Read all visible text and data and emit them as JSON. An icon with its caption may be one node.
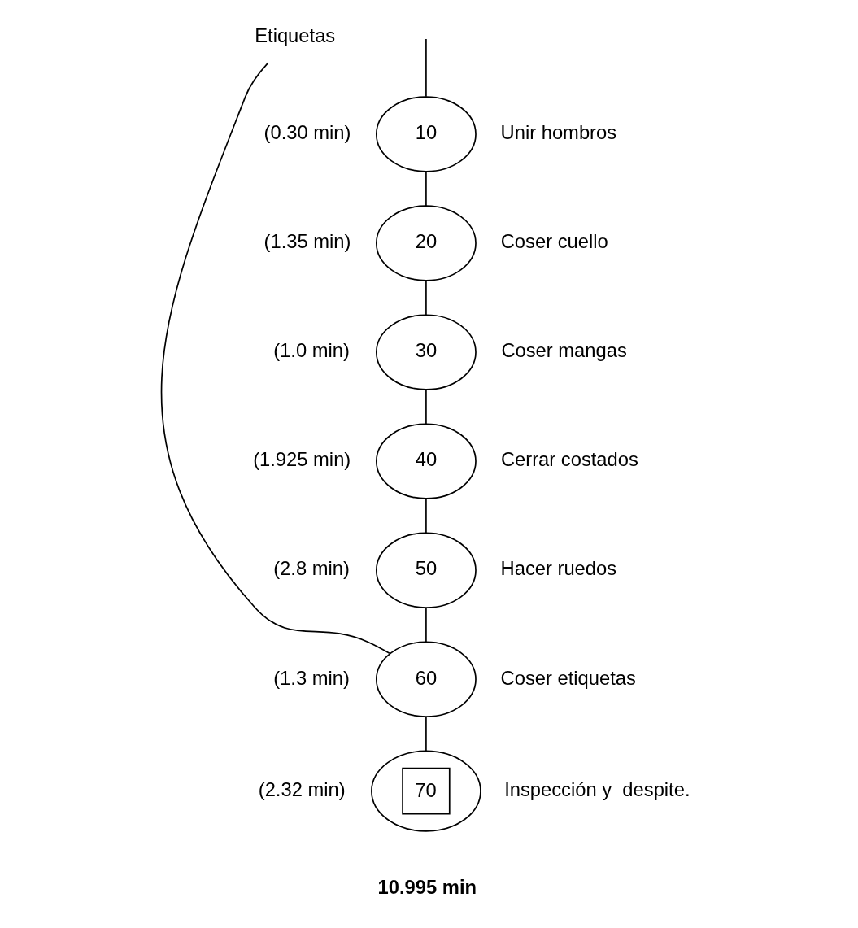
{
  "diagram": {
    "nodes": [
      {
        "text": [
          "10"
        ],
        "beside": [
          "(0.30 min)",
          "Unir hombros"
        ]
      },
      {
        "text": [
          "20"
        ],
        "beside": [
          "(1.35 min)",
          "Coser cuello"
        ]
      },
      {
        "text": [
          "30"
        ],
        "beside": [
          "(1.0 min)",
          "Coser mangas"
        ]
      },
      {
        "text": [
          "40"
        ],
        "beside": [
          "(1.925 min)",
          "Cerrar costados"
        ]
      },
      {
        "text": [
          "50"
        ],
        "beside": [
          "(2.8 min)",
          "Hacer ruedos"
        ]
      },
      {
        "text": [
          "60"
        ],
        "beside": [
          "(1.3 min)",
          "Coser etiquetas"
        ]
      },
      {
        "text": [
          "70"
        ],
        "beside": [
          "(2.32 min)",
          "Inspección y  despite."
        ]
      },
      {
        "text": [
          "Etiquetas"
        ]
      }
    ],
    "edges": [
      {
        "from": null,
        "to": 0,
        "arrow": "none"
      },
      {
        "from": 0,
        "to": 1,
        "arrow": "none"
      },
      {
        "from": 1,
        "to": 2,
        "arrow": "none"
      },
      {
        "from": 2,
        "to": 3,
        "arrow": "none"
      },
      {
        "from": 3,
        "to": 4,
        "arrow": "none"
      },
      {
        "from": 4,
        "to": 5,
        "arrow": "none"
      },
      {
        "from": 5,
        "to": 6,
        "arrow": "none"
      },
      {
        "from": 7,
        "to": 5,
        "arrow": "none"
      }
    ],
    "labels": [
      "10.995 min"
    ]
  }
}
